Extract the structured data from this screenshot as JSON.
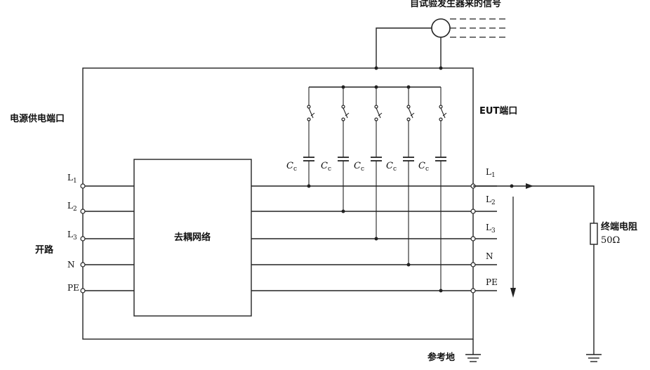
{
  "labels": {
    "signal_source": "自试验发生器来的信号",
    "power_port": "电源供电端口",
    "eut_port": "EUT端口",
    "open_circuit": "开路",
    "decoupling_network": "去耦网络",
    "termination_resistor": "终端电阻",
    "resistor_value": "50Ω",
    "reference_ground": "参考地",
    "capacitor_symbol": "C",
    "capacitor_subscript": "c"
  },
  "left_terminals": [
    {
      "main": "L",
      "sub": "1"
    },
    {
      "main": "L",
      "sub": "2"
    },
    {
      "main": "L",
      "sub": "3"
    },
    {
      "main": "N",
      "sub": ""
    },
    {
      "main": "PE",
      "sub": ""
    }
  ],
  "right_terminals": [
    {
      "main": "L",
      "sub": "1"
    },
    {
      "main": "L",
      "sub": "2"
    },
    {
      "main": "L",
      "sub": "3"
    },
    {
      "main": "N",
      "sub": ""
    },
    {
      "main": "PE",
      "sub": ""
    }
  ],
  "coupling_branches": 5
}
